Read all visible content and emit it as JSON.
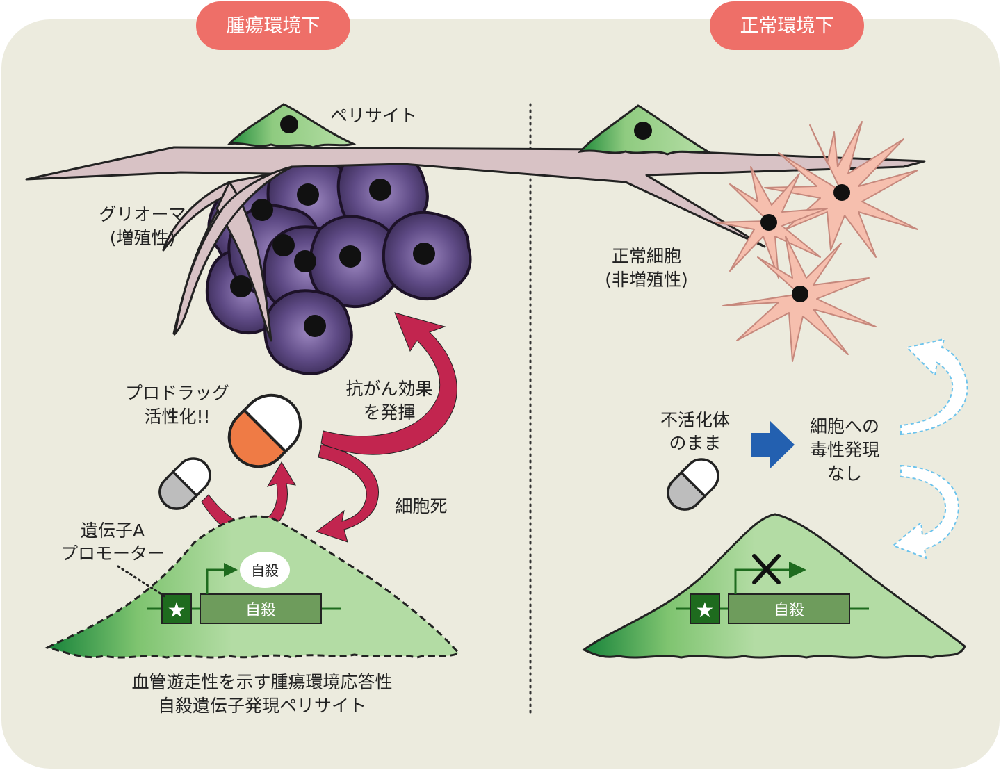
{
  "colors": {
    "background_panel": "#ecebde",
    "badge": "#ee6f68",
    "vessel": "#d8c2c5",
    "glioma": "#5b4680",
    "pericyte_green": "#a9d79a",
    "pericyte_dark": "#1f8a3a",
    "normal_cell": "#f6bfae",
    "capsule_orange": "#ef7b45",
    "capsule_gray": "#bbbbbb",
    "arrow_crimson": "#b81d45",
    "arrow_pink": "#ef5a8b",
    "arrow_blue": "#2360b0",
    "arrow_lightblue": "#6cc3ec",
    "gene_box": "#6e9c5c",
    "star_box": "#1e6b1e"
  },
  "left": {
    "badge": "腫瘍環境下",
    "pericyte_label": "ペリサイト",
    "glioma_label": [
      "グリオーマ",
      "(増殖性)"
    ],
    "prodrug_label": [
      "プロドラッグ",
      "活性化!!"
    ],
    "effect_label": [
      "抗がん効果",
      "を発揮"
    ],
    "death_label": "細胞死",
    "promoter_label": [
      "遺伝子A",
      "プロモーター"
    ],
    "bubble_label": "自殺",
    "gene_label": "自殺",
    "caption": [
      "血管遊走性を示す腫瘍環境応答性",
      "自殺遺伝子発現ペリサイト"
    ]
  },
  "right": {
    "badge": "正常環境下",
    "normal_label": [
      "正常細胞",
      "(非増殖性)"
    ],
    "inactive_label": [
      "不活化体",
      "のまま"
    ],
    "no_tox_label": [
      "細胞への",
      "毒性発現",
      "なし"
    ],
    "gene_label": "自殺"
  }
}
